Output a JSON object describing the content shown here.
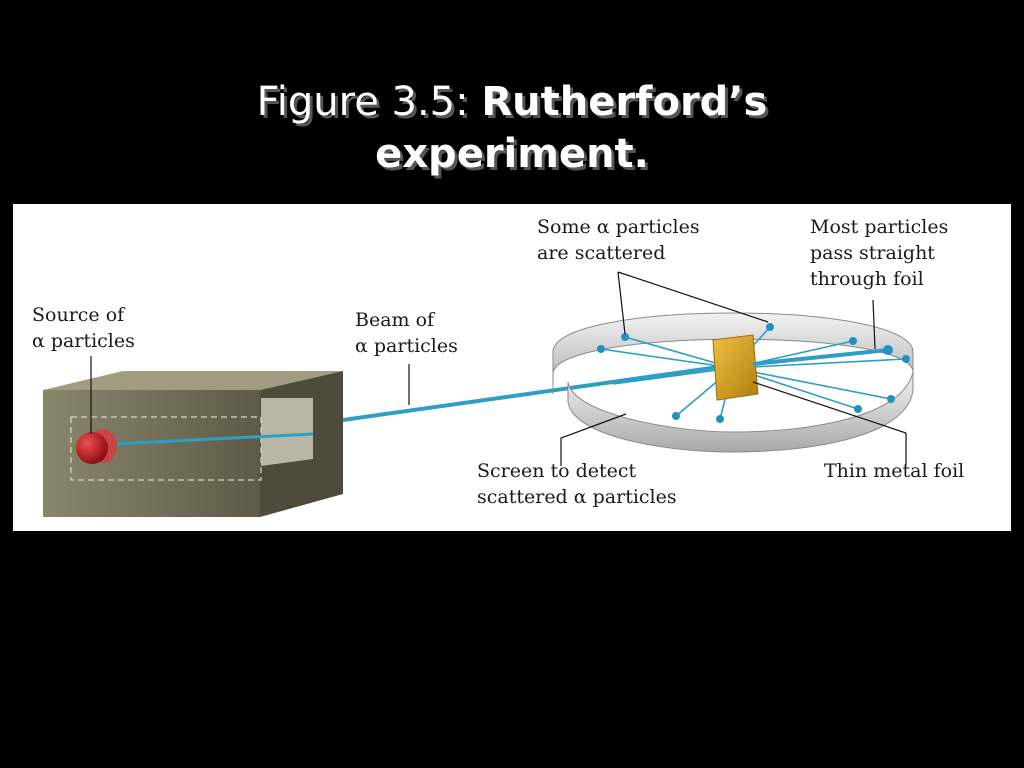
{
  "slide": {
    "title_prefix": "Figure 3.5:",
    "title_main": "Rutherford’s",
    "title_line2": "experiment."
  },
  "labels": {
    "source_line1": "Source of",
    "source_line2": "α particles",
    "beam_line1": "Beam of",
    "beam_line2": "α particles",
    "scattered_line1": "Some α particles",
    "scattered_line2": "are scattered",
    "straight_line1": "Most particles",
    "straight_line2": "pass straight",
    "straight_line3": "through foil",
    "screen_line1": "Screen to detect",
    "screen_line2": "scattered α particles",
    "foil": "Thin metal foil"
  },
  "colors": {
    "beam": "#2f9ec4",
    "source": "#c0141a",
    "foil": "#d9a520",
    "box": "#7a7660"
  }
}
